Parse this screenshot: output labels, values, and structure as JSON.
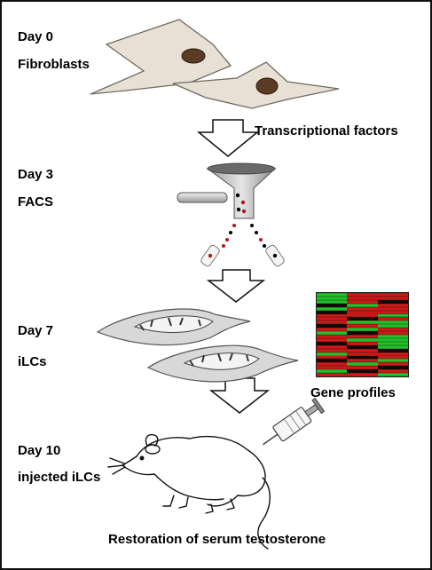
{
  "steps": [
    {
      "day": "Day 0",
      "label": "Fibroblasts"
    },
    {
      "day": "Day 3",
      "label": "FACS"
    },
    {
      "day": "Day 7",
      "label": "iLCs"
    },
    {
      "day": "Day 10",
      "label": "injected iLCs"
    }
  ],
  "annotations": {
    "transcriptional": "Transcriptional factors",
    "gene_profiles": "Gene profiles",
    "outcome": "Restoration of serum testosterone"
  },
  "heatmap": {
    "cols": 3,
    "rows": 24,
    "pattern": [
      [
        "g",
        "r",
        "r"
      ],
      [
        "g",
        "r",
        "r"
      ],
      [
        "g",
        "r",
        "k"
      ],
      [
        "k",
        "g",
        "r"
      ],
      [
        "g",
        "r",
        "r"
      ],
      [
        "k",
        "r",
        "r"
      ],
      [
        "r",
        "r",
        "g"
      ],
      [
        "r",
        "k",
        "r"
      ],
      [
        "r",
        "g",
        "g"
      ],
      [
        "k",
        "r",
        "g"
      ],
      [
        "r",
        "g",
        "r"
      ],
      [
        "g",
        "k",
        "r"
      ],
      [
        "r",
        "r",
        "g"
      ],
      [
        "r",
        "g",
        "g"
      ],
      [
        "k",
        "r",
        "g"
      ],
      [
        "r",
        "k",
        "g"
      ],
      [
        "r",
        "r",
        "k"
      ],
      [
        "g",
        "r",
        "r"
      ],
      [
        "r",
        "k",
        "r"
      ],
      [
        "k",
        "r",
        "g"
      ],
      [
        "r",
        "g",
        "r"
      ],
      [
        "r",
        "r",
        "k"
      ],
      [
        "g",
        "k",
        "r"
      ],
      [
        "r",
        "r",
        "g"
      ]
    ]
  },
  "colors": {
    "cell_fill": "#e8e0d4",
    "nucleus": "#5b3b24",
    "heat_red": "#cc1a1a",
    "heat_green": "#22c02a",
    "heat_dark": "#1a0606",
    "dot_red": "#b01818",
    "dot_black": "#000000"
  }
}
